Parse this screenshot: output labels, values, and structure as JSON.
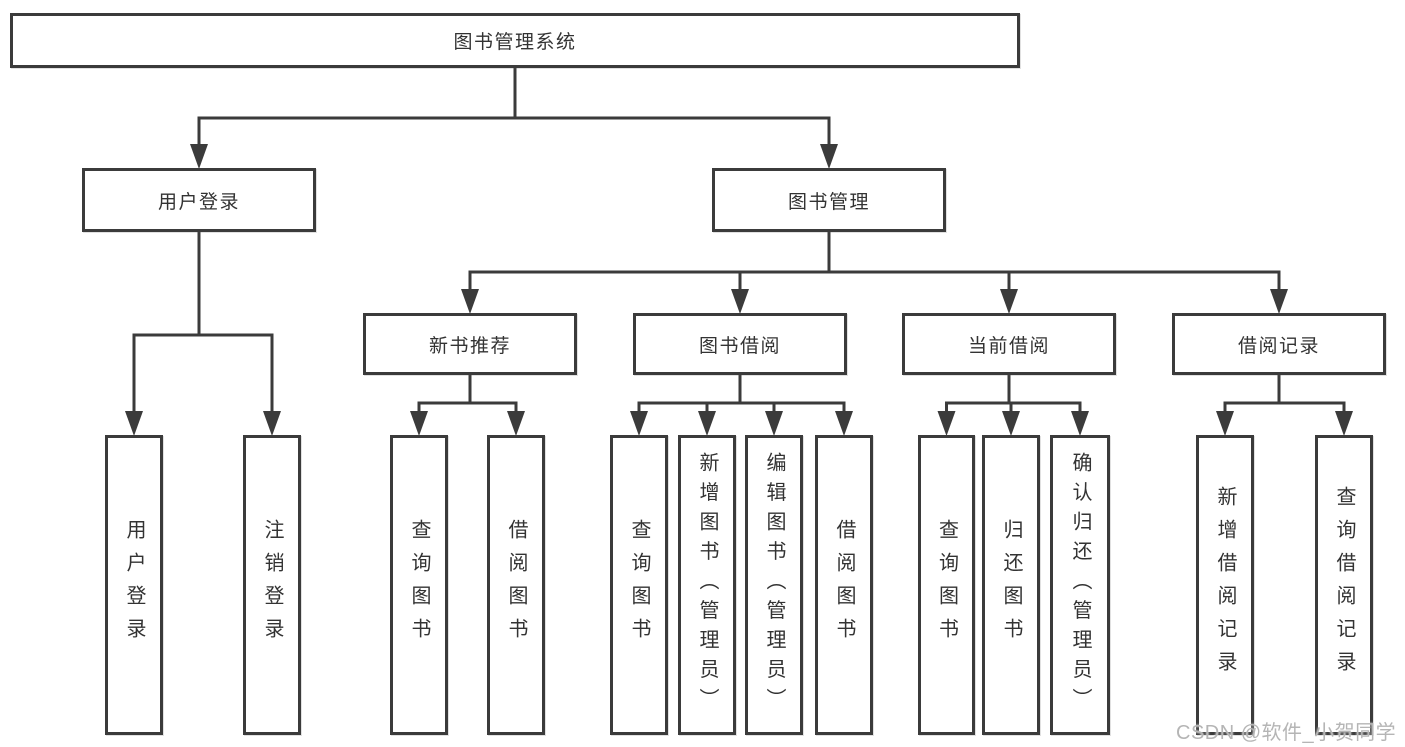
{
  "diagram_title": "图书管理系统",
  "tree": {
    "id": "root",
    "label": "图书管理系统",
    "children": [
      {
        "id": "user-login",
        "label": "用户登录",
        "children": [
          {
            "id": "user-login-leaf",
            "label": "用户登录"
          },
          {
            "id": "logout-leaf",
            "label": "注销登录"
          }
        ]
      },
      {
        "id": "book-management",
        "label": "图书管理",
        "children": [
          {
            "id": "new-book-recommend",
            "label": "新书推荐",
            "children": [
              {
                "id": "nbr-query-books",
                "label": "查询图书"
              },
              {
                "id": "nbr-borrow-books",
                "label": "借阅图书"
              }
            ]
          },
          {
            "id": "book-borrowing",
            "label": "图书借阅",
            "children": [
              {
                "id": "bb-query-books",
                "label": "查询图书"
              },
              {
                "id": "bb-add-books",
                "label": "新增图书（管理员）"
              },
              {
                "id": "bb-edit-books",
                "label": "编辑图书（管理员）"
              },
              {
                "id": "bb-borrow-books",
                "label": "借阅图书"
              }
            ]
          },
          {
            "id": "current-borrowing",
            "label": "当前借阅",
            "children": [
              {
                "id": "cb-query-books",
                "label": "查询图书"
              },
              {
                "id": "cb-return-books",
                "label": "归还图书"
              },
              {
                "id": "cb-confirm-return",
                "label": "确认归还（管理员）"
              }
            ]
          },
          {
            "id": "borrow-records",
            "label": "借阅记录",
            "children": [
              {
                "id": "br-add-record",
                "label": "新增借阅记录"
              },
              {
                "id": "br-query-record",
                "label": "查询借阅记录"
              }
            ]
          }
        ]
      }
    ]
  },
  "watermark": "CSDN @软件_小贺同学",
  "colors": {
    "line": "#3b3b3b",
    "text": "#333333",
    "watermark": "#b5b5b5",
    "background": "#ffffff"
  }
}
